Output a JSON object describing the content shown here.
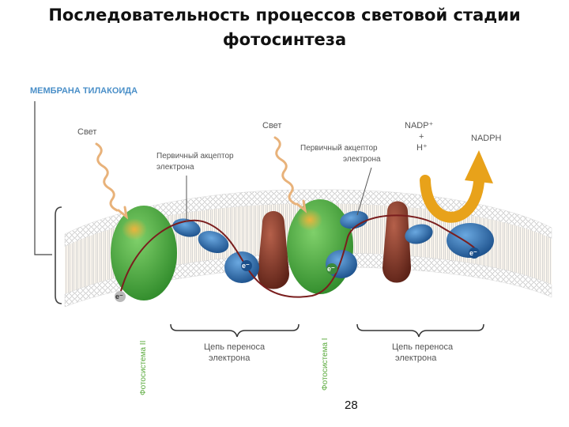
{
  "title": {
    "line1": "Последовательность процессов световой стадии",
    "line2": "фотосинтеза"
  },
  "diagram": {
    "membrane_label": "МЕМБРАНА ТИЛАКОИДА",
    "light_1": "Свет",
    "light_2": "Свет",
    "acceptor_1": {
      "line1": "Первичный акцептор",
      "line2": "электрона"
    },
    "acceptor_2": {
      "line1": "Первичный акцептор",
      "line2": "электрона"
    },
    "nadp": {
      "line1": "NADP⁺",
      "line2": "+",
      "line3": "H⁺"
    },
    "nadph": "NADPH",
    "electron": "e⁻",
    "photosystem_2": "Фотосистема II",
    "photosystem_1": "Фотосистема I",
    "chain_1": {
      "line1": "Цепь переноса",
      "line2": "электрона"
    },
    "chain_2": {
      "line1": "Цепь переноса",
      "line2": "электрона"
    }
  },
  "colors": {
    "photosystem_green": "#4caf3c",
    "carrier_blue": "#2a6fb0",
    "cytochrome_brown": "#8b3a2a",
    "arrow_orange": "#e8a21a",
    "label_blue": "#4a8fc8"
  },
  "slide_number": "28"
}
